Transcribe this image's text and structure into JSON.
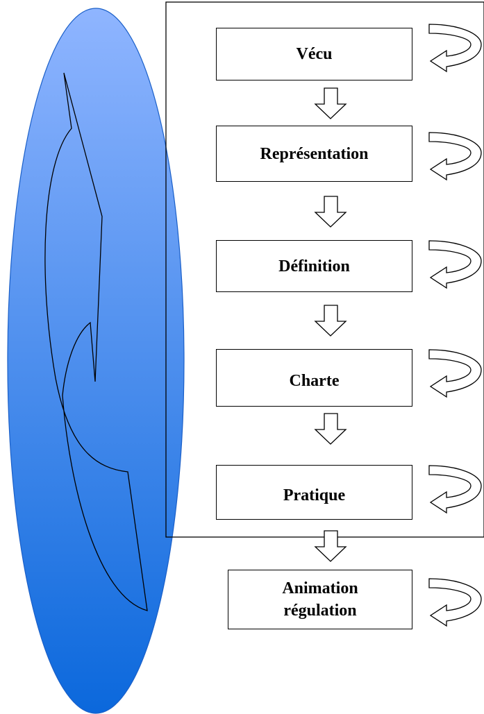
{
  "diagram": {
    "steps": [
      {
        "label": "Vécu"
      },
      {
        "label": "Représentation"
      },
      {
        "label": "Définition"
      },
      {
        "label": "Charte"
      },
      {
        "label": "Pratique"
      },
      {
        "label": "Animation régulation"
      }
    ],
    "colors": {
      "ellipse_top": "#8fb5ff",
      "ellipse_bottom": "#0b68dc",
      "ellipse_stroke": "#1a5fc8",
      "line": "#000000",
      "box_fill": "#ffffff"
    }
  }
}
